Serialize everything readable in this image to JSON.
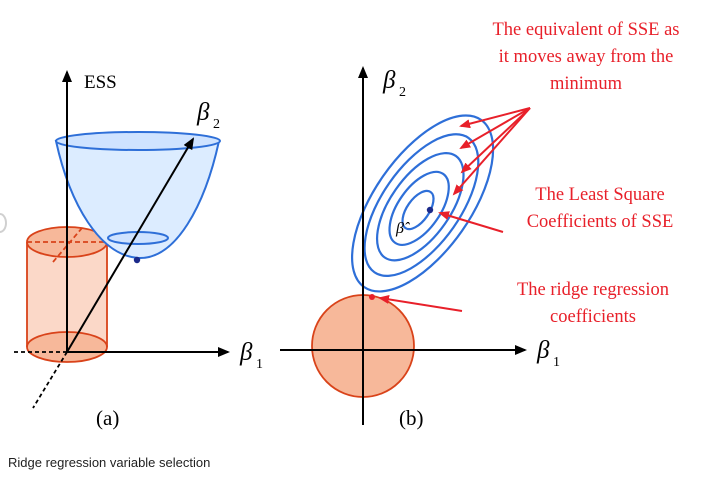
{
  "panel_a": {
    "ess_label": "ESS",
    "beta_symbol": "β",
    "beta2_sub": "2",
    "beta1_sub": "1",
    "panel_label": "(a)"
  },
  "panel_b": {
    "beta_symbol": "β",
    "beta2_sub": "2",
    "beta1_sub": "1",
    "beta_hat": "β̂",
    "panel_label": "(b)",
    "annotations": {
      "sse_equivalent": [
        "The equivalent of SSE as",
        "it moves away from the",
        "minimum"
      ],
      "least_squares": [
        "The Least Square",
        "Coefficients of SSE"
      ],
      "ridge_coefficients": [
        "The ridge regression",
        "coefficients"
      ]
    }
  },
  "caption": "Ridge regression variable selection",
  "colors": {
    "axis": "#000000",
    "contour_blue": "#2e6fd8",
    "paraboloid_fill": "#dcecff",
    "constraint_fill": "#f7b89a",
    "constraint_stroke": "#d9431a",
    "annotation_red": "#e8202a"
  }
}
